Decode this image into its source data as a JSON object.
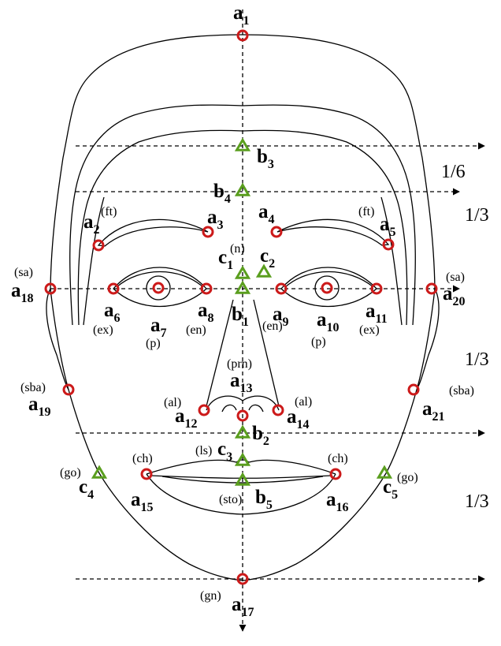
{
  "colors": {
    "circle_marker": "#cc1a1a",
    "triangle_marker": "#5a9e1e",
    "lines": "#000000"
  },
  "fractions": [
    "1/6",
    "1/3",
    "1/3",
    "1/3"
  ],
  "landmarks": [
    {
      "id": "a1",
      "base": "a",
      "sub": "1",
      "marker": "circle",
      "abbr": ""
    },
    {
      "id": "a2",
      "base": "a",
      "sub": "2",
      "marker": "circle",
      "abbr": "(ft)"
    },
    {
      "id": "a3",
      "base": "a",
      "sub": "3",
      "marker": "circle",
      "abbr": ""
    },
    {
      "id": "a4",
      "base": "a",
      "sub": "4",
      "marker": "circle",
      "abbr": ""
    },
    {
      "id": "a5",
      "base": "a",
      "sub": "5",
      "marker": "circle",
      "abbr": "(ft)"
    },
    {
      "id": "a6",
      "base": "a",
      "sub": "6",
      "marker": "circle",
      "abbr": "(ex)"
    },
    {
      "id": "a7",
      "base": "a",
      "sub": "7",
      "marker": "circle",
      "abbr": "(p)"
    },
    {
      "id": "a8",
      "base": "a",
      "sub": "8",
      "marker": "circle",
      "abbr": "(en)"
    },
    {
      "id": "a9",
      "base": "a",
      "sub": "9",
      "marker": "circle",
      "abbr": "(en)"
    },
    {
      "id": "a10",
      "base": "a",
      "sub": "10",
      "marker": "circle",
      "abbr": "(p)"
    },
    {
      "id": "a11",
      "base": "a",
      "sub": "11",
      "marker": "circle",
      "abbr": "(ex)"
    },
    {
      "id": "a12",
      "base": "a",
      "sub": "12",
      "marker": "circle",
      "abbr": "(al)"
    },
    {
      "id": "a13",
      "base": "a",
      "sub": "13",
      "marker": "circle",
      "abbr": "(prn)"
    },
    {
      "id": "a14",
      "base": "a",
      "sub": "14",
      "marker": "circle",
      "abbr": "(al)"
    },
    {
      "id": "a15",
      "base": "a",
      "sub": "15",
      "marker": "circle",
      "abbr": "(ch)"
    },
    {
      "id": "a16",
      "base": "a",
      "sub": "16",
      "marker": "circle",
      "abbr": "(ch)"
    },
    {
      "id": "a17",
      "base": "a",
      "sub": "17",
      "marker": "circle",
      "abbr": "(gn)"
    },
    {
      "id": "a18",
      "base": "a",
      "sub": "18",
      "marker": "circle",
      "abbr": "(sa)"
    },
    {
      "id": "a19",
      "base": "a",
      "sub": "19",
      "marker": "circle",
      "abbr": "(sba)"
    },
    {
      "id": "a20",
      "base": "a",
      "sub": "20",
      "marker": "circle",
      "abbr": "(sa)"
    },
    {
      "id": "a21",
      "base": "a",
      "sub": "21",
      "marker": "circle",
      "abbr": "(sba)"
    },
    {
      "id": "b1",
      "base": "b",
      "sub": "1",
      "marker": "triangle",
      "abbr": ""
    },
    {
      "id": "b2",
      "base": "b",
      "sub": "2",
      "marker": "triangle",
      "abbr": ""
    },
    {
      "id": "b3",
      "base": "b",
      "sub": "3",
      "marker": "triangle",
      "abbr": ""
    },
    {
      "id": "b4",
      "base": "b",
      "sub": "4",
      "marker": "triangle",
      "abbr": ""
    },
    {
      "id": "b5",
      "base": "b",
      "sub": "5",
      "marker": "triangle",
      "abbr": "(sto)"
    },
    {
      "id": "c1",
      "base": "c",
      "sub": "1",
      "marker": "triangle",
      "abbr": "(n)"
    },
    {
      "id": "c2",
      "base": "c",
      "sub": "2",
      "marker": "triangle",
      "abbr": ""
    },
    {
      "id": "c3",
      "base": "c",
      "sub": "3",
      "marker": "triangle",
      "abbr": "(ls)"
    },
    {
      "id": "c4",
      "base": "c",
      "sub": "4",
      "marker": "triangle",
      "abbr": "(go)"
    },
    {
      "id": "c5",
      "base": "c",
      "sub": "5",
      "marker": "triangle",
      "abbr": "(go)"
    }
  ]
}
